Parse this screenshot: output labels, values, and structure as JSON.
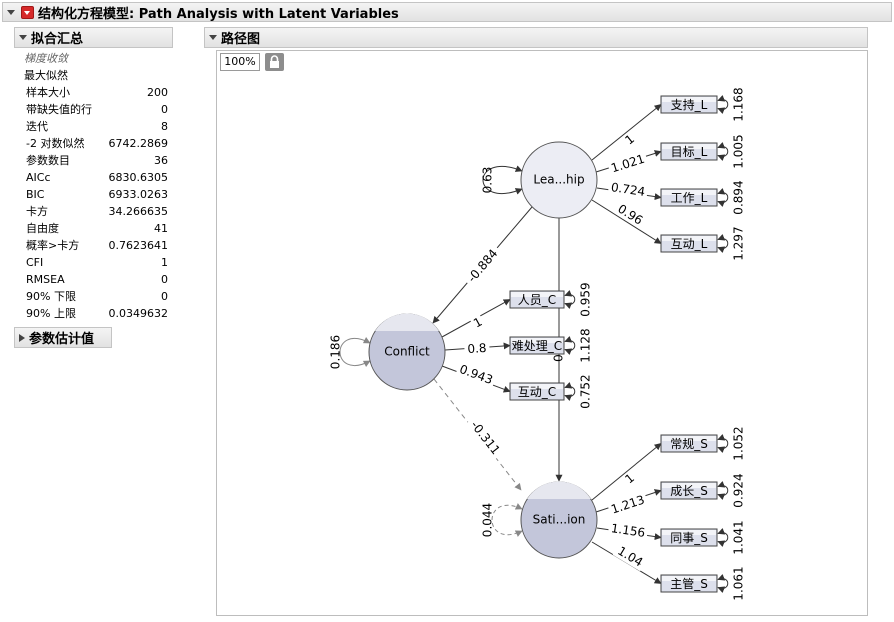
{
  "title": "结构化方程模型: Path Analysis with Latent Variables",
  "fit_summary": {
    "header": "拟合汇总",
    "status": "梯度收敛",
    "method": "最大似然",
    "rows": [
      {
        "label": "样本大小",
        "value": "200"
      },
      {
        "label": "带缺失值的行",
        "value": "0"
      },
      {
        "label": "迭代",
        "value": "8"
      },
      {
        "label": "-2 对数似然",
        "value": "6742.2869"
      },
      {
        "label": "参数数目",
        "value": "36"
      },
      {
        "label": "AICc",
        "value": "6830.6305"
      },
      {
        "label": "BIC",
        "value": "6933.0263"
      },
      {
        "label": "卡方",
        "value": "34.266635"
      },
      {
        "label": "自由度",
        "value": "41"
      },
      {
        "label": "概率>卡方",
        "value": "0.7623641"
      },
      {
        "label": "CFI",
        "value": "1"
      },
      {
        "label": "RMSEA",
        "value": "0"
      },
      {
        "label": "90% 下限",
        "value": "0"
      },
      {
        "label": "90% 上限",
        "value": "0.0349632"
      }
    ]
  },
  "param_estimates": {
    "header": "参数估计值"
  },
  "path_diagram": {
    "header": "路径图",
    "zoom": "100%",
    "lock_icon": "lock-icon",
    "latents": {
      "leadership": {
        "label": "Lea...hip",
        "variance": "0.63"
      },
      "conflict": {
        "label": "Conflict",
        "variance": "0.186"
      },
      "satisfaction": {
        "label": "Sati...ion",
        "variance": "0.044"
      }
    },
    "indicators": {
      "leadership": [
        {
          "label": "支持_L",
          "loading": "1",
          "error": "1.168"
        },
        {
          "label": "目标_L",
          "loading": "1.021",
          "error": "1.005"
        },
        {
          "label": "工作_L",
          "loading": "0.724",
          "error": "0.894"
        },
        {
          "label": "互动_L",
          "loading": "0.96",
          "error": "1.297"
        }
      ],
      "conflict": [
        {
          "label": "人员_C",
          "loading": "1",
          "error": "0.959"
        },
        {
          "label": "难处理_C",
          "loading": "0.8",
          "error": "1.128"
        },
        {
          "label": "互动_C",
          "loading": "0.943",
          "error": "0.752"
        }
      ],
      "satisfaction": [
        {
          "label": "常规_S",
          "loading": "1",
          "error": "1.052"
        },
        {
          "label": "成长_S",
          "loading": "1.213",
          "error": "0.924"
        },
        {
          "label": "同事_S",
          "loading": "1.156",
          "error": "1.041"
        },
        {
          "label": "主管_S",
          "loading": "1.04",
          "error": "1.061"
        }
      ]
    },
    "structural": {
      "lead_to_conflict": "-0.884",
      "lead_to_satisfaction": "0",
      "conflict_to_satisfaction": "-0.311"
    }
  }
}
